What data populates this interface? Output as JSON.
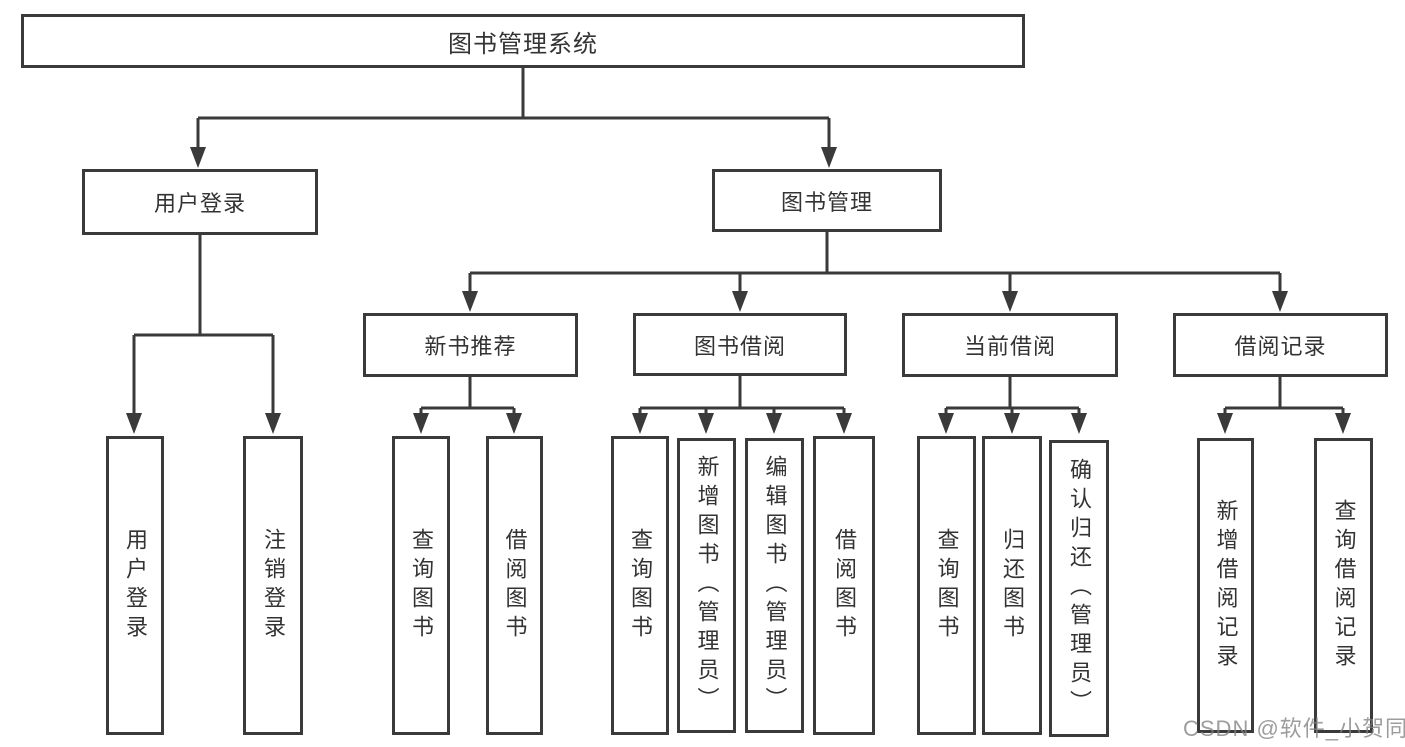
{
  "diagram_type": "hierarchy-tree",
  "tree": {
    "root": "图书管理系统",
    "branches": [
      {
        "label": "用户登录",
        "children": [
          "用户登录",
          "注销登录"
        ]
      },
      {
        "label": "图书管理",
        "children": [
          {
            "label": "新书推荐",
            "children": [
              "查询图书",
              "借阅图书"
            ]
          },
          {
            "label": "图书借阅",
            "children": [
              "查询图书",
              "新增图书（管理员）",
              "编辑图书（管理员）",
              "借阅图书"
            ]
          },
          {
            "label": "当前借阅",
            "children": [
              "查询图书",
              "归还图书",
              "确认归还（管理员）"
            ]
          },
          {
            "label": "借阅记录",
            "children": [
              "新增借阅记录",
              "查询借阅记录"
            ]
          }
        ]
      }
    ]
  },
  "watermark": "CSDN @软件_小贺同学",
  "colors": {
    "line": "#3a3a3a",
    "text": "#333333",
    "box_background": "#ffffff",
    "watermark": "#828282"
  }
}
